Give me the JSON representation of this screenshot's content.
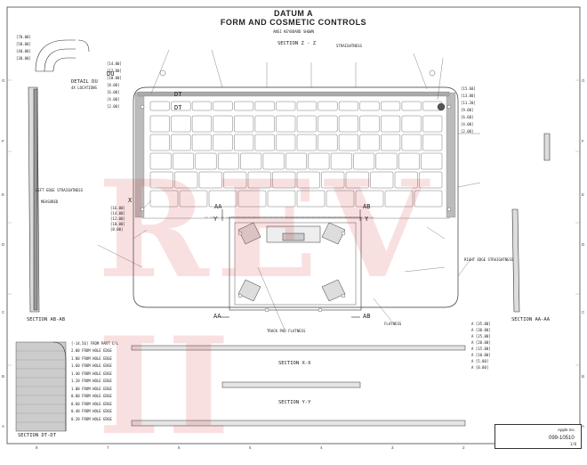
{
  "title": {
    "line1": "DATUM A",
    "line2": "FORM AND COSMETIC CONTROLS",
    "line3": "ANSI KEYBOARD SHOWN"
  },
  "sections": {
    "zz": "SECTION Z - Z",
    "ab": "SECTION AB-AB",
    "aa": "SECTION AA-AA",
    "xx": "SECTION X-X",
    "yy": "SECTION Y-Y",
    "dt": "SECTION DT-DT",
    "detail": "DETAIL DU",
    "detail_sub": "4X LOCATIONS"
  },
  "datums": {
    "du": "DU",
    "dt1": "DT",
    "dt2": "DT",
    "aa_left": "AA",
    "ab_right": "AB",
    "y_left": "Y",
    "y_right": "Y",
    "aa_bottom": "AA",
    "ab_bottom": "AB",
    "x_left": "X"
  },
  "notes": {
    "straightness": "STRAIGHTNESS",
    "flatness": "FLATNESS",
    "track_pad": "TRACK PAD FLATNESS",
    "left_edge": "LEFT EDGE STRAIGHTNESS",
    "right_edge": "RIGHT EDGE STRAIGHTNESS",
    "measured": "MEASURED",
    "front_part": "[-14.56] FROM PART C/L"
  },
  "dims_left": [
    "[14.00]",
    "[12.00]",
    "[10.00]",
    "[8.00]",
    "[6.00]",
    "[4.00]",
    "[2.00]"
  ],
  "dims_right": [
    "[15.60]",
    "[13.80]",
    "[11.20]",
    "[9.00]",
    "[6.60]",
    "[4.00]",
    "[2.00]"
  ],
  "dims_left_lower": [
    "[16.00]",
    "[14.00]",
    "[12.00]",
    "[10.00]",
    "[8.00]"
  ],
  "dims_aa": [
    "A [35.00]",
    "A [30.00]",
    "A [25.00]",
    "A [20.00]",
    "A [15.00]",
    "A [10.00]",
    "A [5.00]",
    "A [0.00]"
  ],
  "dims_dt": [
    "2.00 FROM HOLE EDGE",
    "1.80 FROM HOLE EDGE",
    "1.60 FROM HOLE EDGE",
    "1.40 FROM HOLE EDGE",
    "1.20 FROM HOLE EDGE",
    "1.00 FROM HOLE EDGE",
    "0.80 FROM HOLE EDGE",
    "0.60 FROM HOLE EDGE",
    "0.40 FROM HOLE EDGE",
    "0.20 FROM HOLE EDGE"
  ],
  "detail_dims": [
    "[70.00]",
    "[50.00]",
    "[40.00]",
    "[30.00]"
  ],
  "row_letters": [
    "G",
    "F",
    "E",
    "D",
    "C",
    "B",
    "A"
  ],
  "col_numbers": [
    "8",
    "7",
    "6",
    "5",
    "4",
    "3",
    "2",
    "1"
  ],
  "title_block": {
    "company": "Apple Inc.",
    "drawing_no": "099-10510",
    "rev": "1/6"
  },
  "watermark": "REV II",
  "colors": {
    "line": "#333333",
    "watermark": "#dc3c3c"
  }
}
